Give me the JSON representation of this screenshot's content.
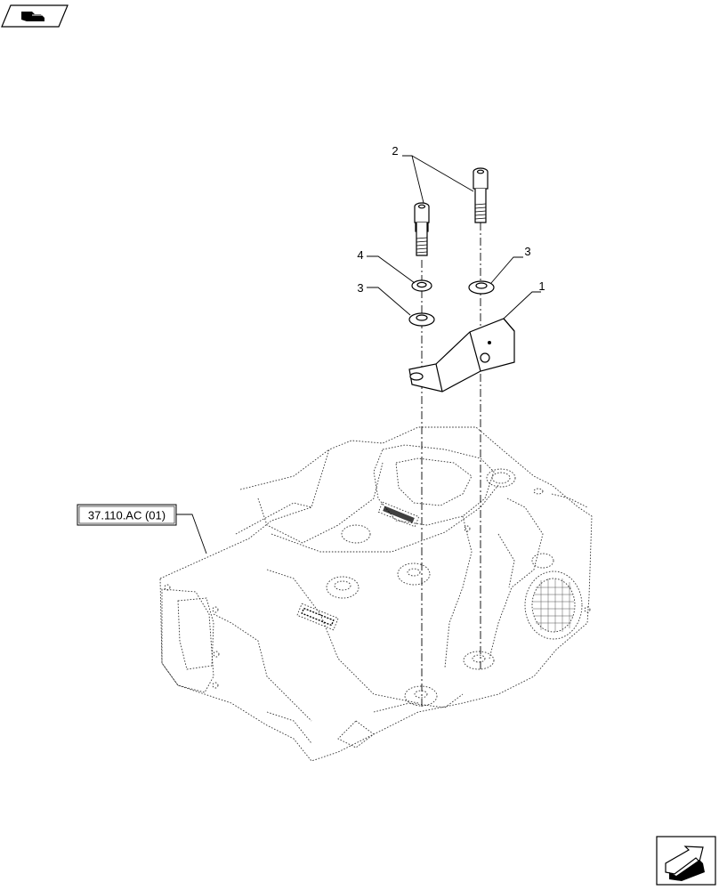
{
  "callouts": {
    "bracket": "1",
    "screws": "2",
    "washer_right": "3",
    "washer_left": "3",
    "spacer": "4"
  },
  "reference_box": {
    "label": "37.110.AC (01)"
  },
  "icons": {
    "top_left": "parts-view-icon",
    "bottom_right": "next-page-arrow-icon"
  },
  "colors": {
    "line": "#000000",
    "background": "#ffffff"
  }
}
